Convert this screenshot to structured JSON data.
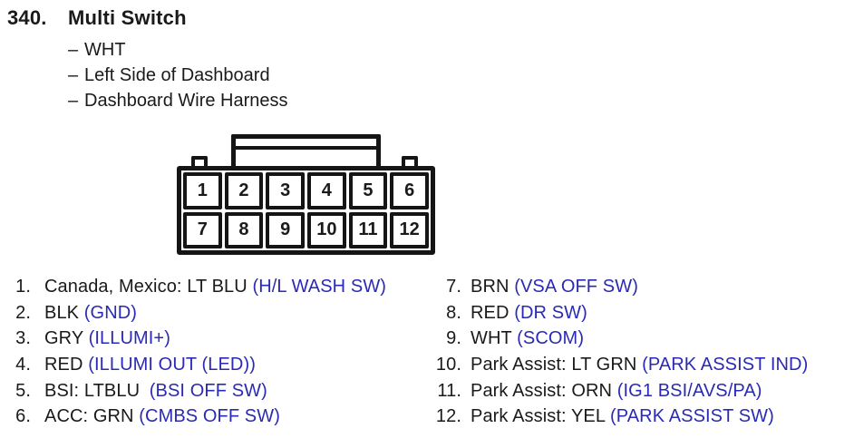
{
  "header": {
    "number": "340.",
    "title": "Multi Switch"
  },
  "location": {
    "dash": "–",
    "items": [
      "WHT",
      "Left Side of Dashboard",
      "Dashboard Wire Harness"
    ]
  },
  "connector": {
    "pins": [
      "1",
      "2",
      "3",
      "4",
      "5",
      "6",
      "7",
      "8",
      "9",
      "10",
      "11",
      "12"
    ]
  },
  "pin_list": {
    "left": [
      {
        "num": "1.",
        "label": "Canada, Mexico: LT BLU",
        "signal": "(H/L WASH SW)"
      },
      {
        "num": "2.",
        "label": "BLK",
        "signal": "(GND)"
      },
      {
        "num": "3.",
        "label": "GRY",
        "signal": "(ILLUMI+)"
      },
      {
        "num": "4.",
        "label": "RED",
        "signal": "(ILLUMI OUT (LED))"
      },
      {
        "num": "5.",
        "label": "BSI: LTBLU",
        "signal": "(BSI OFF SW)"
      },
      {
        "num": "6.",
        "label": "ACC: GRN",
        "signal": "(CMBS OFF SW)"
      }
    ],
    "right": [
      {
        "num": "7.",
        "label": "BRN",
        "signal": "(VSA OFF SW)"
      },
      {
        "num": "8.",
        "label": "RED",
        "signal": "(DR SW)"
      },
      {
        "num": "9.",
        "label": "WHT",
        "signal": "(SCOM)"
      },
      {
        "num": "10.",
        "label": "Park Assist: LT GRN",
        "signal": "(PARK ASSIST IND)"
      },
      {
        "num": "11.",
        "label": "Park Assist: ORN",
        "signal": "(IG1 BSI/AVS/PA)"
      },
      {
        "num": "12.",
        "label": "Park Assist: YEL",
        "signal": "(PARK ASSIST SW)"
      }
    ]
  },
  "colors": {
    "signal_blue": "#2a2ab4",
    "text_black": "#1a1a1a",
    "line_black": "#151515"
  }
}
